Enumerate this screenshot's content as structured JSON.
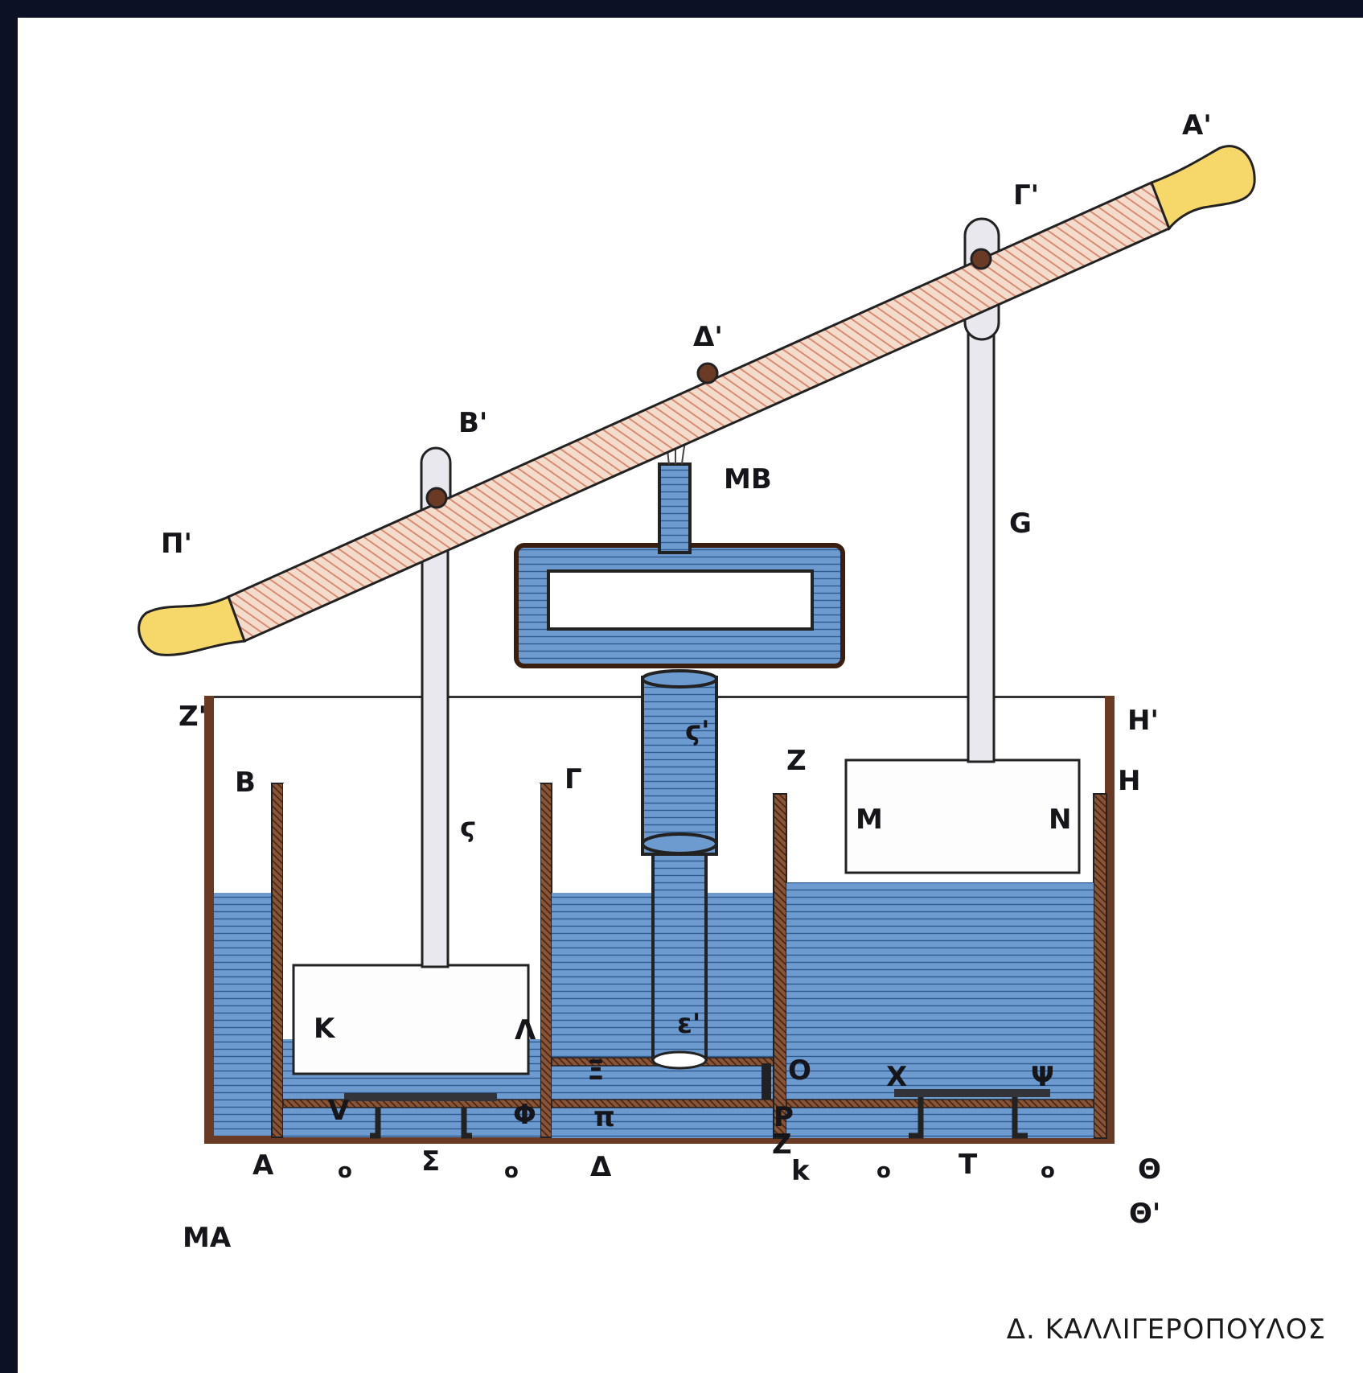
{
  "credit": "Δ. ΚΑΛΛΙΓΕΡΟΠΟΥΛΟΣ",
  "labels": {
    "A_prime": "A'",
    "Gamma_prime": "Γ'",
    "Delta_prime": "Δ'",
    "B_prime": "B'",
    "Pi_prime": "Π'",
    "M_B": "MB",
    "G": "G",
    "Z_prime": "Z'",
    "H_prime": "H'",
    "B": "B",
    "Gamma": "Γ",
    "Z": "Z",
    "H": "H",
    "stigma": "ϛ",
    "stigma_prime": "ϛ'",
    "M": "M",
    "N": "N",
    "K": "K",
    "Lambda": "Λ",
    "Xi": "Ξ",
    "O": "O",
    "epsilon_prime": "ε'",
    "V": "V",
    "Phi": "Φ",
    "pi": "π",
    "Rho": "P",
    "X": "X",
    "Psi": "Ψ",
    "A": "A",
    "o1": "o",
    "Sigma": "Σ",
    "o2": "o",
    "Delta": "Δ",
    "Z2": "Z",
    "k": "k",
    "o3": "o",
    "T": "T",
    "o4": "o",
    "Theta": "Θ",
    "M_A": "MA",
    "Theta_prime": "Θ'"
  },
  "colors": {
    "water": "#5d8fc4",
    "water_dark": "#2f5b8f",
    "wall": "#6b3a24",
    "beam": "#f1d6c4",
    "beam_hatch": "#d98b72",
    "handle": "#f6d86a",
    "rod": "#e8e8ee",
    "ink": "#15151a"
  }
}
